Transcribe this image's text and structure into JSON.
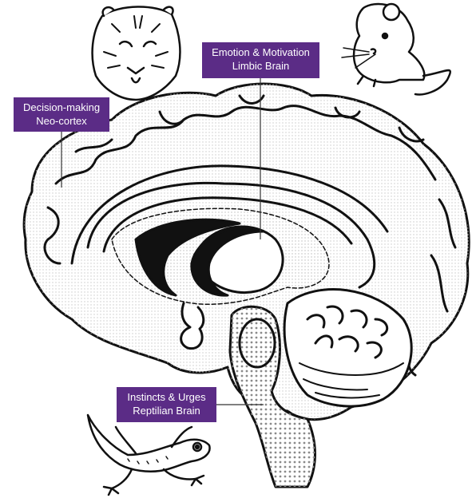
{
  "colors": {
    "label_bg": "#5b2c86",
    "ink": "#111111",
    "dots": "#8a8a8a"
  },
  "labels": {
    "limbic": {
      "line1": "Emotion & Motivation",
      "line2": "Limbic Brain"
    },
    "neocortex": {
      "line1": "Decision-making",
      "line2": "Neo-cortex"
    },
    "reptilian": {
      "line1": "Instincts & Urges",
      "line2": "Reptilian Brain"
    }
  },
  "icons": [
    "tiger-icon",
    "mouse-icon",
    "lizard-icon",
    "brain-illustration"
  ]
}
